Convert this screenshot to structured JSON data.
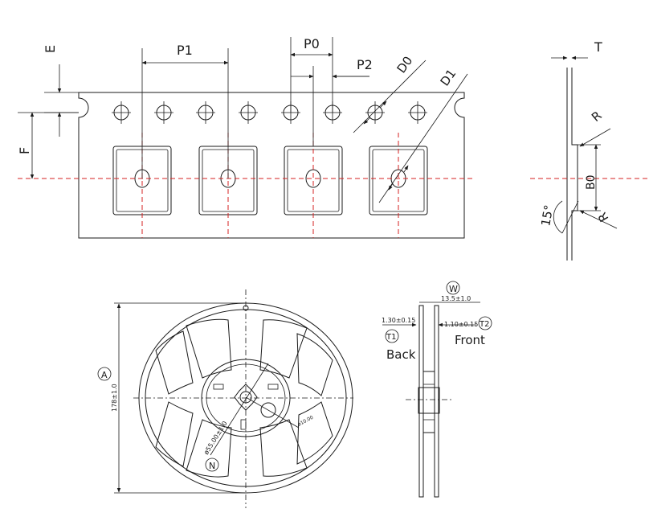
{
  "tape": {
    "labels": {
      "E": "E",
      "F": "F",
      "P1": "P1",
      "P0": "P0",
      "P2": "P2",
      "D0": "D0",
      "D1": "D1"
    }
  },
  "side": {
    "labels": {
      "T": "T",
      "R_top": "R",
      "R_bottom": "R",
      "B0": "B0",
      "angle": "15°"
    }
  },
  "reel": {
    "labels": {
      "A": "A",
      "A_dim": "178±1.0",
      "N": "N",
      "N_dim": "ø55.00±1.0",
      "hub_dim": "ø10.00"
    }
  },
  "reel_side": {
    "labels": {
      "W": "W",
      "W_dim": "13.5±1.0",
      "T1_dim": "1.30±0.15",
      "T2_dim": "1.10±0.15",
      "T1": "T1",
      "T2": "T2",
      "back": "Back",
      "front": "Front"
    }
  }
}
